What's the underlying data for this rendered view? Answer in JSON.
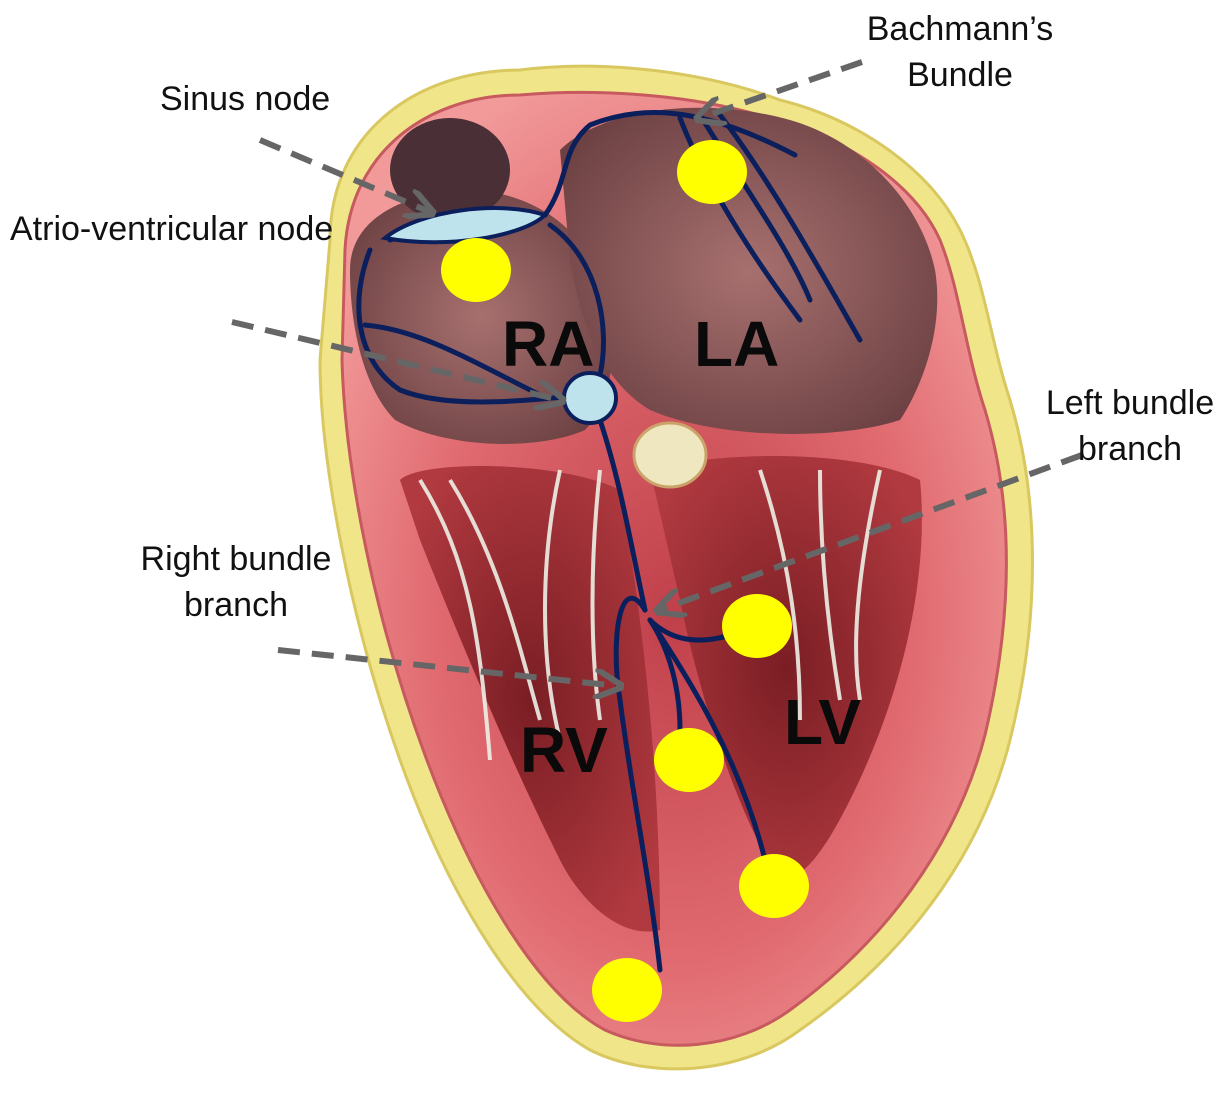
{
  "labels": {
    "bachmann": [
      "Bachmann’s",
      "Bundle"
    ],
    "sinus": "Sinus node",
    "av_node": "Atrio-ventricular node",
    "left_bundle": [
      "Left bundle",
      "branch"
    ],
    "right_bundle": [
      "Right bundle",
      "branch"
    ]
  },
  "chambers": {
    "ra": "RA",
    "la": "LA",
    "rv": "RV",
    "lv": "LV"
  },
  "colors": {
    "conduction_path": "#0b1f5c",
    "node_fill": "#bfe3ec",
    "electrode": "#ffff00",
    "pointer_arrow": "#666666",
    "myocardium": "#e97a7a",
    "pericardial_fat": "#f1e58a"
  }
}
